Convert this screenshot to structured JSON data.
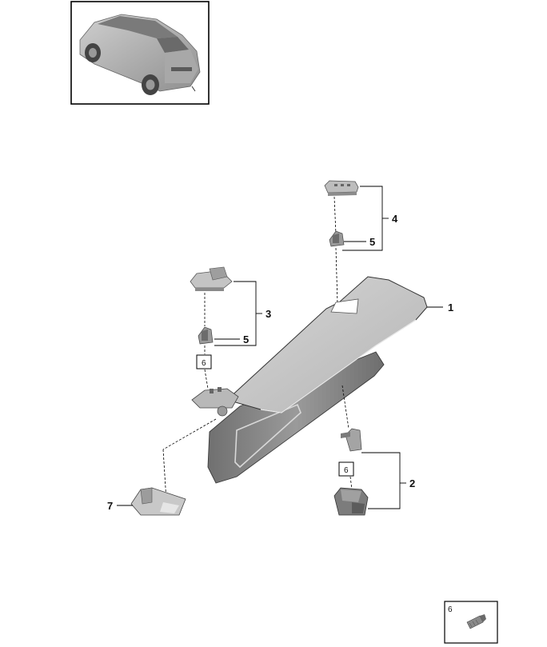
{
  "callouts": {
    "visor": "1",
    "clip_assembly": "2",
    "left_bracket_assembly": "3",
    "right_bracket_assembly": "4",
    "lower_clip_left": "5",
    "lower_clip_right": "5",
    "cover_plate": "7"
  },
  "boxed_refs": {
    "ref_bracket_screw": "6",
    "ref_clip_screw": "6",
    "legend_screw": "6"
  },
  "colors": {
    "part_fill": "#c6c6c6",
    "part_dark": "#8a8a8a",
    "part_light": "#dedede",
    "line": "#000000"
  }
}
